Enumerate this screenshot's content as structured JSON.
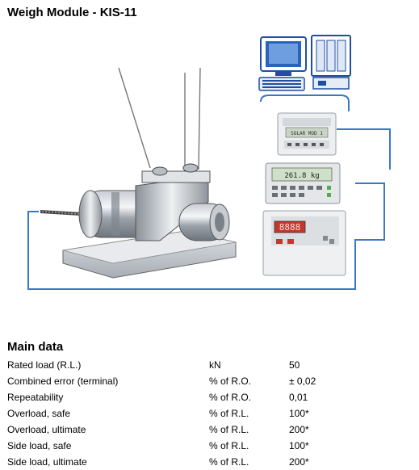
{
  "page": {
    "title": "Weigh Module - KIS-11"
  },
  "illustration": {
    "indicator_display": "261.8 kg",
    "display_module_text": "SOLAR MOD 1",
    "controller_display": "8888"
  },
  "main_data": {
    "heading": "Main data",
    "rows": [
      {
        "name": "Rated load (R.L.)",
        "unit": "kN",
        "value": "50"
      },
      {
        "name": "Combined error (terminal)",
        "unit": "% of R.O.",
        "value": "± 0,02"
      },
      {
        "name": "Repeatability",
        "unit": "% of R.O.",
        "value": "0,01"
      },
      {
        "name": "Overload, safe",
        "unit": "% of R.L.",
        "value": "100*"
      },
      {
        "name": "Overload, ultimate",
        "unit": "% of R.L.",
        "value": "200*"
      },
      {
        "name": "Side load, safe",
        "unit": "% of R.L.",
        "value": "100*"
      },
      {
        "name": "Side load, ultimate",
        "unit": "% of R.L.",
        "value": "200*"
      }
    ]
  }
}
